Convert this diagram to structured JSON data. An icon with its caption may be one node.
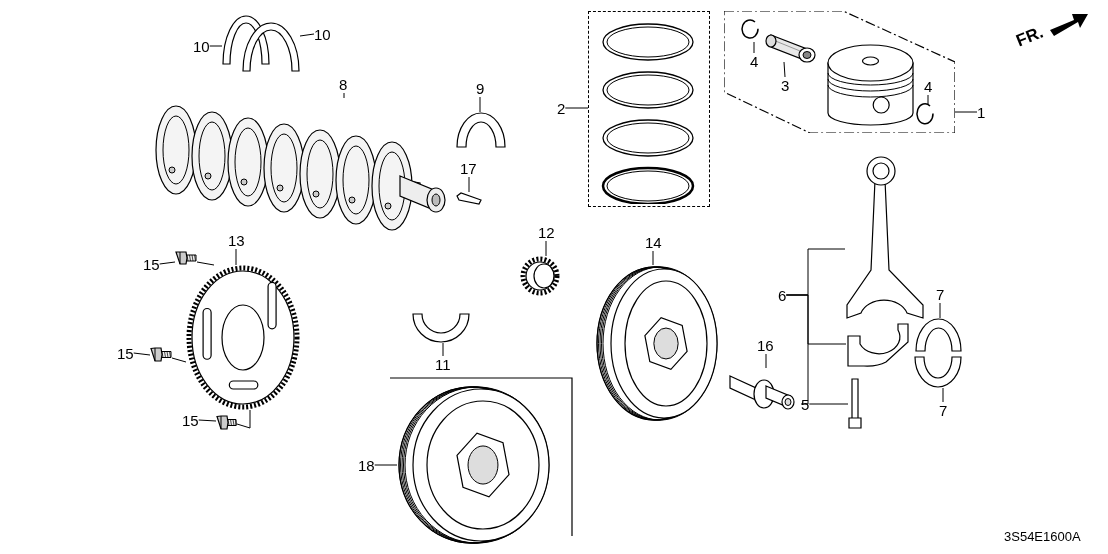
{
  "diagram": {
    "nodes": [
      {
        "text": [
          "10"
        ]
      },
      {
        "text": [],
        "shape": "picture"
      },
      {
        "text": [
          "10"
        ]
      },
      {
        "text": [],
        "shape": "picture"
      },
      {
        "text": [
          "8"
        ]
      },
      {
        "text": [],
        "shape": "picture"
      },
      {
        "text": [
          "9"
        ]
      },
      {
        "text": [],
        "shape": "picture"
      },
      {
        "text": [
          "17"
        ]
      },
      {
        "text": [],
        "shape": "picture"
      },
      {
        "text": [
          "2"
        ]
      },
      {
        "text": [],
        "shape": "box"
      },
      {
        "text": [],
        "shape": "box"
      },
      {
        "text": [
          "4"
        ],
        "in": 12
      },
      {
        "text": [],
        "shape": "picture",
        "in": 12
      },
      {
        "text": [
          "3"
        ],
        "in": 12
      },
      {
        "text": [],
        "shape": "picture",
        "in": 12
      },
      {
        "text": [
          "4"
        ],
        "in": 12
      },
      {
        "text": [],
        "shape": "picture",
        "in": 12
      },
      {
        "text": [],
        "shape": "picture",
        "in": 12
      },
      {
        "text": [
          "1"
        ]
      },
      {
        "text": [
          "12"
        ]
      },
      {
        "text": [],
        "shape": "picture"
      },
      {
        "text": [
          "13"
        ]
      },
      {
        "text": [],
        "shape": "picture"
      },
      {
        "text": [
          "15"
        ]
      },
      {
        "text": [],
        "shape": "picture"
      },
      {
        "text": [
          "15"
        ]
      },
      {
        "text": [],
        "shape": "picture"
      },
      {
        "text": [
          "15"
        ]
      },
      {
        "text": [],
        "shape": "picture"
      },
      {
        "text": [
          "14"
        ]
      },
      {
        "text": [],
        "shape": "picture"
      },
      {
        "text": [
          "11"
        ]
      },
      {
        "text": [],
        "shape": "picture"
      },
      {
        "text": [
          "6"
        ]
      },
      {
        "text": [],
        "shape": "picture"
      },
      {
        "text": [],
        "shape": "picture"
      },
      {
        "text": [
          "7"
        ]
      },
      {
        "text": [],
        "shape": "picture"
      },
      {
        "text": [
          "7"
        ]
      },
      {
        "text": [],
        "shape": "picture"
      },
      {
        "text": [
          "16"
        ]
      },
      {
        "text": [],
        "shape": "picture"
      },
      {
        "text": [
          "5"
        ]
      },
      {
        "text": [],
        "shape": "picture"
      },
      {
        "text": [
          "18"
        ]
      },
      {
        "text": [],
        "shape": "picture"
      }
    ],
    "edges": [
      {
        "from": 0,
        "to": 1,
        "arrow": "none"
      },
      {
        "from": 2,
        "to": 3,
        "arrow": "none"
      },
      {
        "from": 4,
        "to": 5,
        "arrow": "none"
      },
      {
        "from": 6,
        "to": 7,
        "arrow": "none"
      },
      {
        "from": 8,
        "to": 9,
        "arrow": "none"
      },
      {
        "from": 10,
        "to": 11,
        "arrow": "none"
      },
      {
        "from": 20,
        "to": 12,
        "arrow": "none"
      },
      {
        "from": 13,
        "to": 14,
        "arrow": "none"
      },
      {
        "from": 15,
        "to": 16,
        "arrow": "none"
      },
      {
        "from": 17,
        "to": 18,
        "arrow": "none"
      },
      {
        "from": 21,
        "to": 22,
        "arrow": "none"
      },
      {
        "from": 23,
        "to": 24,
        "arrow": "none"
      },
      {
        "from": 25,
        "to": 26,
        "arrow": "none"
      },
      {
        "from": 26,
        "to": 24,
        "arrow": "none"
      },
      {
        "from": 27,
        "to": 28,
        "arrow": "none"
      },
      {
        "from": 28,
        "to": 24,
        "arrow": "none"
      },
      {
        "from": 29,
        "to": 30,
        "arrow": "none"
      },
      {
        "from": 30,
        "to": 24,
        "arrow": "none"
      },
      {
        "from": 31,
        "to": 32,
        "arrow": "none"
      },
      {
        "from": 33,
        "to": 34,
        "arrow": "none"
      },
      {
        "from": 35,
        "to": 36,
        "arrow": "none"
      },
      {
        "from": 35,
        "to": 37,
        "arrow": "none"
      },
      {
        "from": 35,
        "to": 44,
        "arrow": "none"
      },
      {
        "from": 38,
        "to": 39,
        "arrow": "none"
      },
      {
        "from": 40,
        "to": 41,
        "arrow": "none"
      },
      {
        "from": 42,
        "to": 43,
        "arrow": "none"
      },
      {
        "from": 44,
        "to": 45,
        "arrow": "none"
      },
      {
        "from": 46,
        "to": 47,
        "arrow": "none"
      }
    ],
    "labels": [
      "FR.",
      "3S54E1600A"
    ]
  }
}
